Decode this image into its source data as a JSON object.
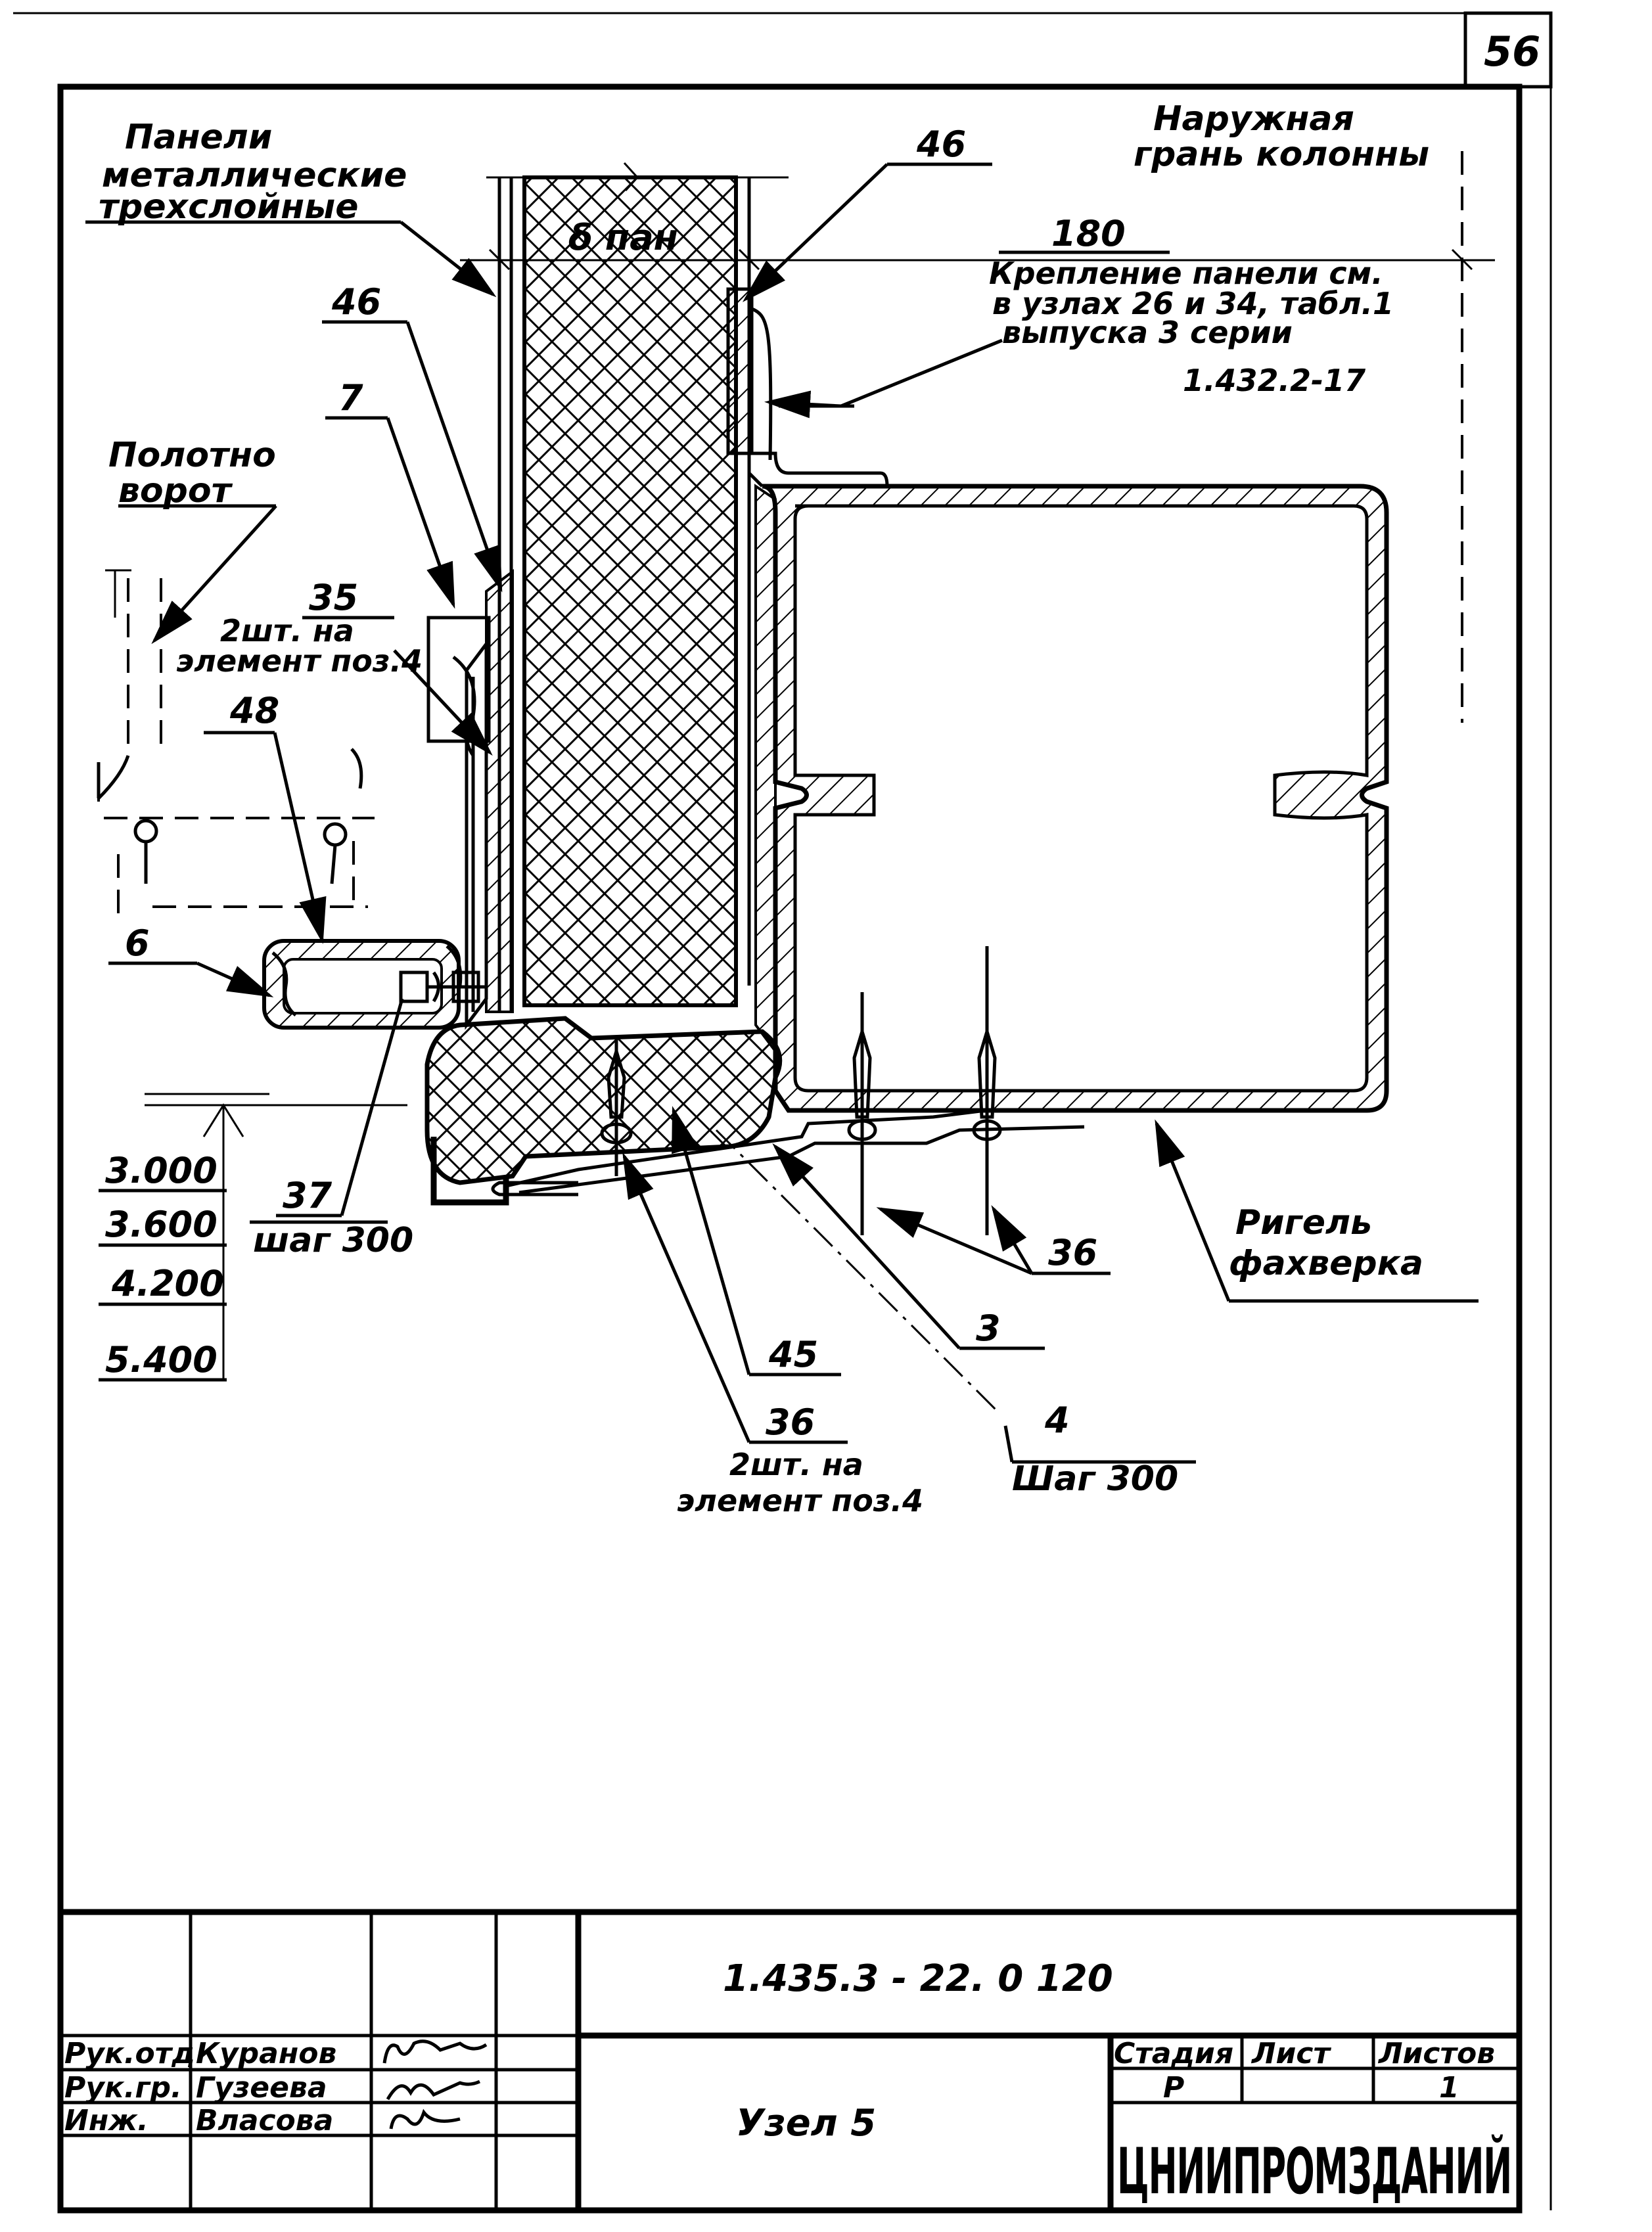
{
  "sheet_number": "56",
  "labels": {
    "panels": [
      "Панели",
      "металлические",
      "трехслойные"
    ],
    "outer_face": [
      "Наружная",
      "грань колонны"
    ],
    "gate_leaf": [
      "Полотно",
      "ворот"
    ],
    "panel_thickness": "δ пан",
    "dim_180": "180",
    "fastening": [
      "Крепление панели см.",
      "в узлах 26 и 34, табл.1",
      "выпуска 3 серии",
      "1.432.2-17"
    ],
    "crossbar": [
      "Ригель",
      "фахверка"
    ]
  },
  "callouts": {
    "c46_top": "46",
    "c46_left": "46",
    "c7": "7",
    "c35": [
      "35",
      "2шт. на",
      "элемент поз.4"
    ],
    "c48": "48",
    "c6": "6",
    "c37": [
      "37",
      "шаг 300"
    ],
    "c36_right": "36",
    "c3": "3",
    "c45": "45",
    "c36_bottom": [
      "36",
      "2шт. на",
      "элемент поз.4"
    ],
    "c4": [
      "4",
      "Шаг 300"
    ]
  },
  "elevations": [
    "3.000",
    "3.600",
    "4.200",
    "5.400"
  ],
  "title_block": {
    "drawing_code": "1.435.3 - 22. 0 120",
    "sheet_title": "Узел 5",
    "roles": [
      "Рук.отд",
      "Рук.гр.",
      "Инж."
    ],
    "names": [
      "Куранов",
      "Гузеева",
      "Власова"
    ],
    "stage_header": "Стадия",
    "sheet_header": "Лист",
    "sheets_header": "Листов",
    "stage_value": "Р",
    "sheets_value": "1",
    "organization": "ЦНИИПРОМЗДАНИЙ"
  }
}
